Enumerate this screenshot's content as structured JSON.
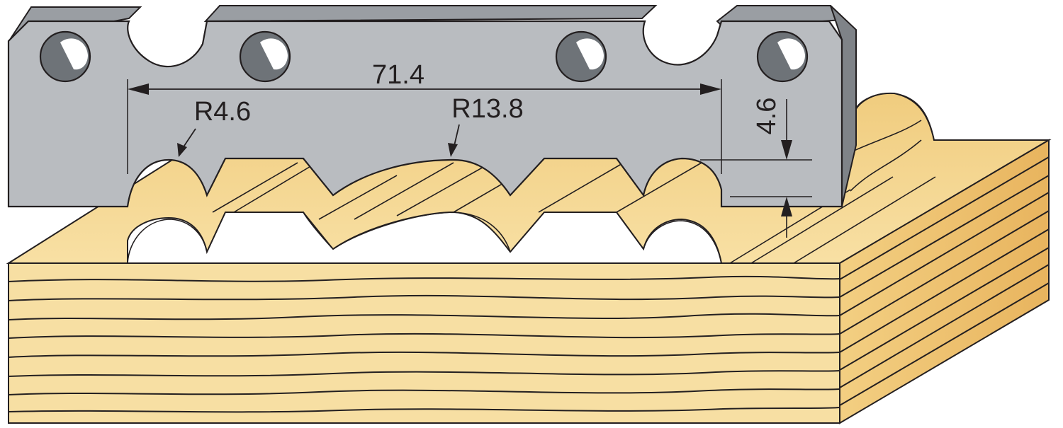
{
  "dimensions": {
    "overall_width": "71.4",
    "small_radius": "R4.6",
    "large_radius": "R13.8",
    "depth": "4.6"
  },
  "colors": {
    "blade_face": "#b9bcc0",
    "blade_edge_top": "#9a9ea3",
    "blade_edge_right": "#7f8388",
    "hole_fill": "#6e7378",
    "hole_highlight": "#ffffff",
    "wood_front": "#f7dfa3",
    "wood_top": "#f2d38e",
    "wood_side": "#e9bd6a",
    "wood_dark": "#d49a3f",
    "outline": "#231f20"
  }
}
